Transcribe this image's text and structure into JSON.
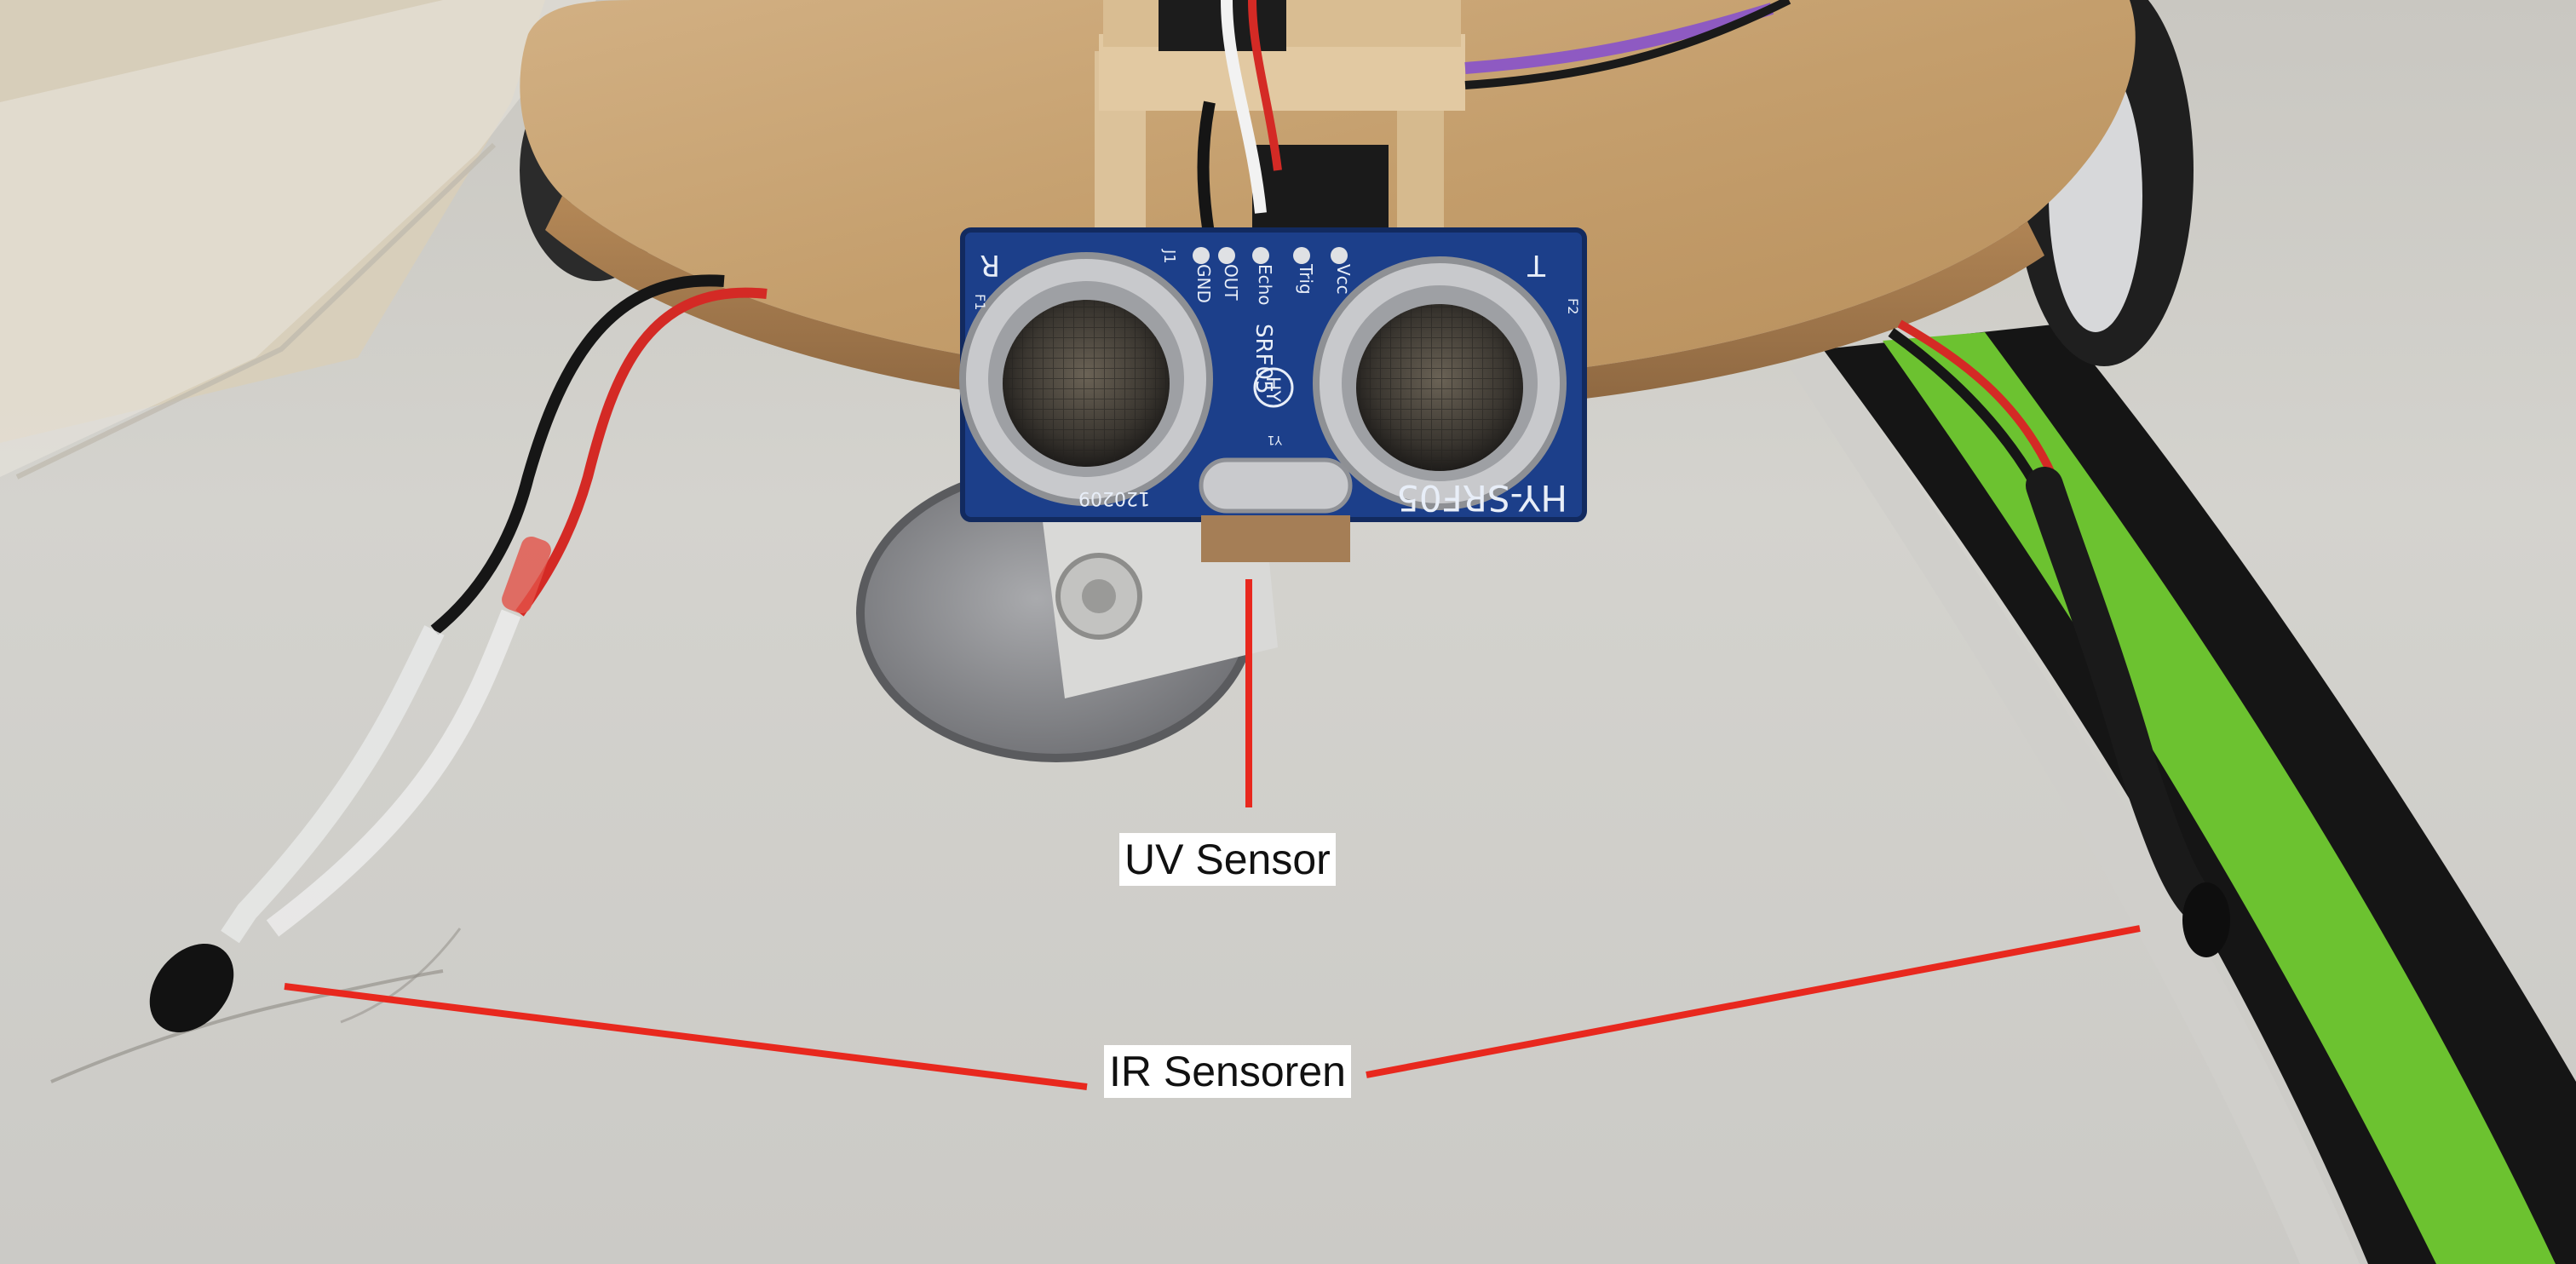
{
  "annotations": {
    "uv_label": "UV Sensor",
    "ir_label": "IR Sensoren"
  },
  "pcb": {
    "pins": [
      "GND",
      "OUT",
      "Echo",
      "Trig",
      "Vcc"
    ],
    "model": "SRF05",
    "brand": "HY",
    "side_print": "HY-SRF05",
    "serial": "120209",
    "corner_left": "R",
    "corner_right": "T",
    "ref_left": "F1",
    "ref_right": "F2",
    "ref_j": "J1",
    "ref_y": "Y1"
  },
  "colors": {
    "annotation_line": "#e8281e",
    "pcb_blue": "#1c3f8a",
    "track_green": "#6cc230",
    "wood": "#c9a677",
    "floor": "#d2d2ce"
  }
}
